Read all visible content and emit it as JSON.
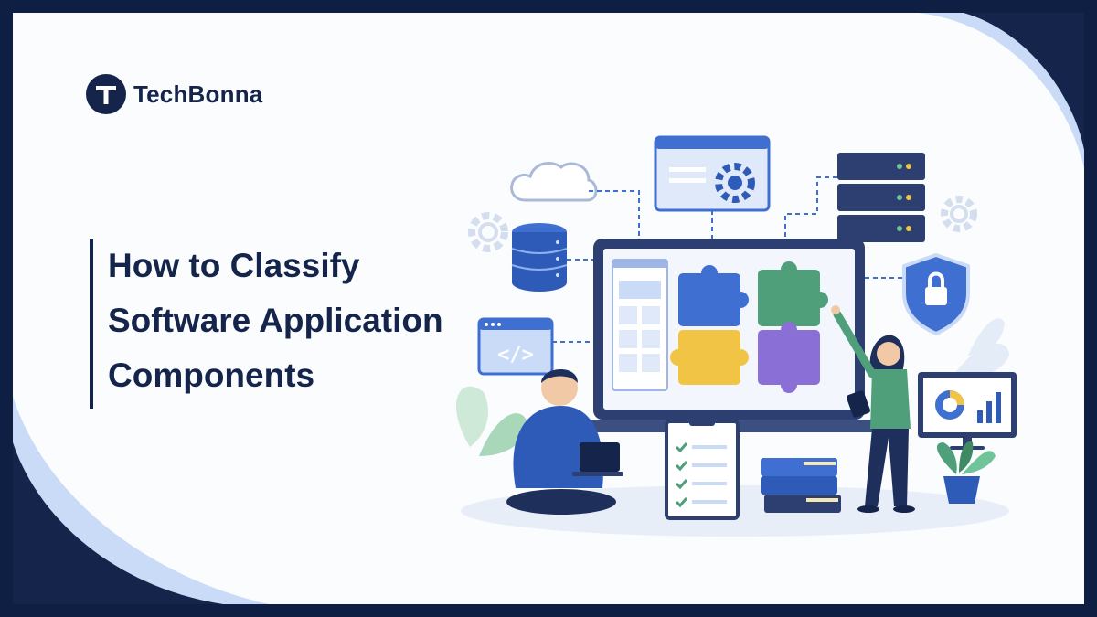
{
  "brand": {
    "name": "TechBonna",
    "logo_letter": "T"
  },
  "headline": {
    "lines": [
      "How to Classify",
      "Software Application",
      "Components"
    ]
  },
  "illustration": {
    "icons": [
      "cloud-icon",
      "settings-window-icon",
      "server-rack-icon",
      "gear-icon",
      "database-icon",
      "code-window-icon",
      "shield-lock-icon",
      "puzzle-pieces",
      "laptop-monitor",
      "checklist-clipboard-icon",
      "books-icon",
      "analytics-monitor-icon",
      "plant-icon"
    ],
    "code_symbol": "</>"
  },
  "colors": {
    "navy": "#14244a",
    "accent_blue": "#3f6fd0",
    "light_blue": "#c9dbf7",
    "green": "#4fa07a",
    "yellow": "#f1c445",
    "purple": "#8a6fd6"
  }
}
